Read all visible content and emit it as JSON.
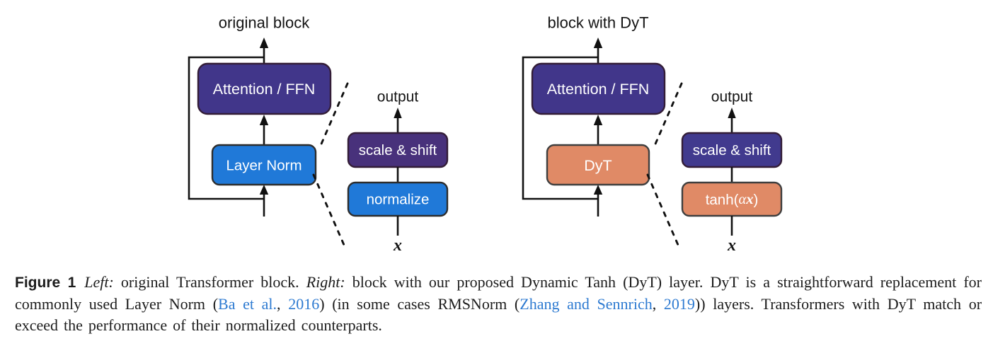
{
  "figure": {
    "left_diagram": {
      "title": "original block",
      "block_label": "Attention / FFN",
      "norm_label": "Layer Norm",
      "detail": {
        "output_label": "output",
        "top_box_label": "scale & shift",
        "bottom_box_label": "normalize",
        "input_label": "x"
      }
    },
    "right_diagram": {
      "title": "block with DyT",
      "block_label": "Attention / FFN",
      "norm_label": "DyT",
      "detail": {
        "output_label": "output",
        "top_box_label": "scale & shift",
        "bottom_box_prefix": "tanh(",
        "bottom_box_alpha": "α",
        "bottom_box_x": "x",
        "bottom_box_suffix": ")",
        "input_label": "x"
      }
    },
    "colors": {
      "attention_fill": "#41368a",
      "attention_stroke": "#331d37",
      "norm_blue_fill": "#2079d8",
      "norm_blue_stroke": "#2d2d2d",
      "scale_shift_left_fill": "#48317b",
      "scale_shift_right_fill": "#413a8e",
      "dyt_orange_fill": "#e08a66",
      "dyt_orange_stroke": "#3f3f3f",
      "link_blue": "#2d7ad1"
    },
    "caption": {
      "label": "Figure 1",
      "left_tag": "Left:",
      "after_left": " original Transformer block. ",
      "right_tag": "Right:",
      "after_right": " block with our proposed Dynamic Tanh (DyT) layer. DyT is a straightforward replacement for commonly used Layer Norm (",
      "cite1_authors": "Ba et al.",
      "comma1": ", ",
      "cite1_year": "2016",
      "between_cites": ") (in some cases RMSNorm (",
      "cite2_authors": "Zhang and Sennrich",
      "comma2": ", ",
      "cite2_year": "2019",
      "tail": ")) layers. Transformers with DyT match or exceed the performance of their normalized counterparts."
    }
  }
}
